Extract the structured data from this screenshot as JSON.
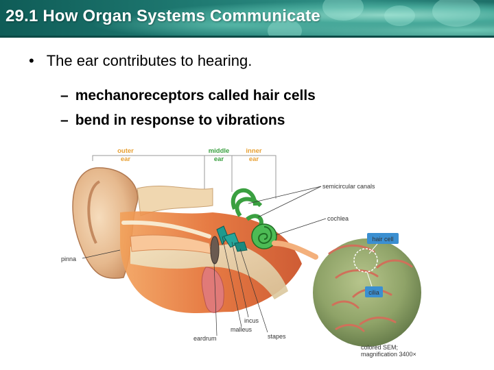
{
  "header": {
    "title": "29.1 How Organ Systems Communicate"
  },
  "content": {
    "bullet_symbol": "•",
    "bullet": "The ear contributes to hearing.",
    "dash_symbol": "–",
    "sub_items": [
      "mechanoreceptors called hair cells",
      "bend in response to vibrations"
    ]
  },
  "figure": {
    "region_labels": {
      "outer_ear": [
        "outer",
        "ear"
      ],
      "middle_ear": [
        "middle",
        "ear"
      ],
      "inner_ear": [
        "inner",
        "ear"
      ]
    },
    "part_labels": {
      "semicircular_canals": "semicircular canals",
      "cochlea": "cochlea",
      "pinna": "pinna",
      "incus": "incus",
      "malleus": "malleus",
      "eardrum": "eardrum",
      "stapes": "stapes",
      "hair_cell": "hair cell",
      "cilia": "cilia"
    },
    "caption": [
      "colored SEM;",
      "magnification 3400×"
    ],
    "colors": {
      "region_orange": "#e8a033",
      "region_green": "#3aa040",
      "callout_blue": "#3b8fd1"
    }
  }
}
